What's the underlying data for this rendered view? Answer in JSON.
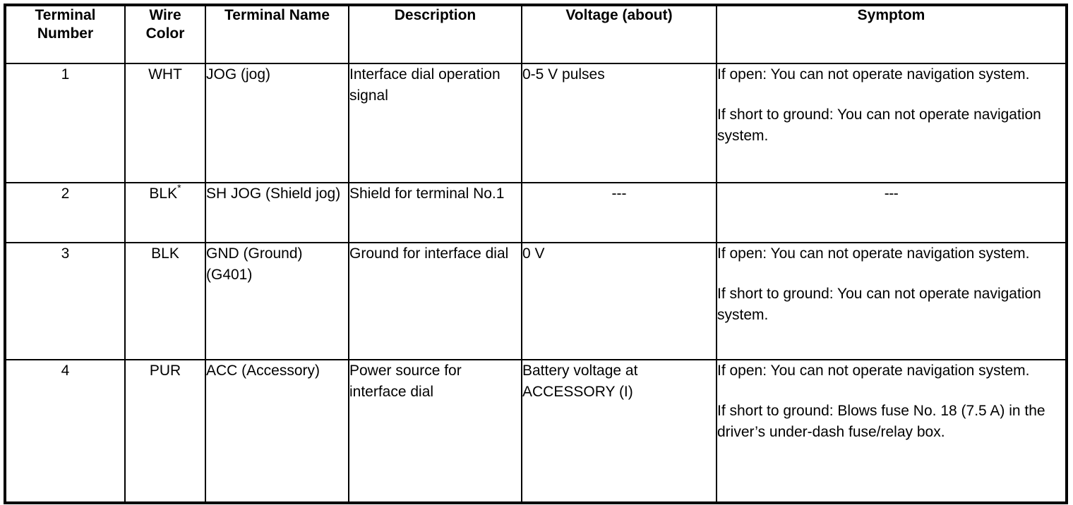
{
  "table": {
    "columns": [
      {
        "key": "terminal_number",
        "label": "Terminal\nNumber",
        "label_line1": "Terminal",
        "label_line2": "Number"
      },
      {
        "key": "wire_color",
        "label": "Wire\nColor",
        "label_line1": "Wire",
        "label_line2": "Color"
      },
      {
        "key": "terminal_name",
        "label": "Terminal Name",
        "label_line1": "Terminal Name",
        "label_line2": ""
      },
      {
        "key": "description",
        "label": "Description",
        "label_line1": "Description",
        "label_line2": ""
      },
      {
        "key": "voltage",
        "label": "Voltage (about)",
        "label_line1": "Voltage (about)",
        "label_line2": ""
      },
      {
        "key": "symptom",
        "label": "Symptom",
        "label_line1": "Symptom",
        "label_line2": ""
      }
    ],
    "rows": [
      {
        "terminal_number": "1",
        "wire_color": "WHT",
        "wire_color_marker": "",
        "terminal_name": "JOG (jog)",
        "description": "Interface dial operation signal",
        "voltage": "0-5 V pulses",
        "symptom_paragraphs": [
          "If open: You can not operate navigation system.",
          "If short to ground: You can not operate navigation system."
        ]
      },
      {
        "terminal_number": "2",
        "wire_color": "BLK",
        "wire_color_marker": "*",
        "terminal_name": "SH JOG (Shield jog)",
        "description": "Shield for terminal No.1",
        "voltage": "---",
        "symptom_paragraphs": [
          "---"
        ]
      },
      {
        "terminal_number": "3",
        "wire_color": "BLK",
        "wire_color_marker": "",
        "terminal_name": "GND (Ground) (G401)",
        "description": "Ground for interface dial",
        "voltage": "0 V",
        "symptom_paragraphs": [
          "If open: You can not operate navigation system.",
          "If short to ground: You can not operate navigation system."
        ]
      },
      {
        "terminal_number": "4",
        "wire_color": "PUR",
        "wire_color_marker": "",
        "terminal_name": "ACC (Accessory)",
        "description": "Power source for interface dial",
        "voltage": "Battery voltage at ACCESSORY (I)",
        "symptom_paragraphs": [
          "If open: You can not operate navigation system.",
          "If short to ground: Blows fuse No. 18 (7.5 A) in the driver’s under-dash fuse/relay box."
        ]
      }
    ]
  },
  "colors": {
    "border": "#000000",
    "text": "#000000",
    "background": "#ffffff"
  }
}
